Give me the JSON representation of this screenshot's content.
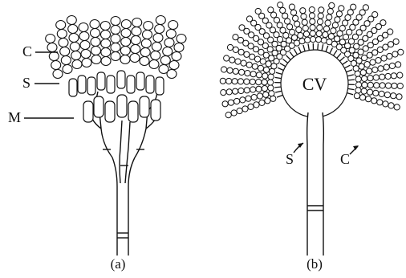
{
  "panel_a": {
    "labels": {
      "conidia": "C",
      "sterigma": "S",
      "metula": "M"
    },
    "caption": "(a)"
  },
  "panel_b": {
    "labels": {
      "vesicle": "CV",
      "sterigma": "S",
      "conidia": "C"
    },
    "caption": "(b)"
  },
  "colors": {
    "ink": "#111111",
    "background": "#ffffff"
  }
}
